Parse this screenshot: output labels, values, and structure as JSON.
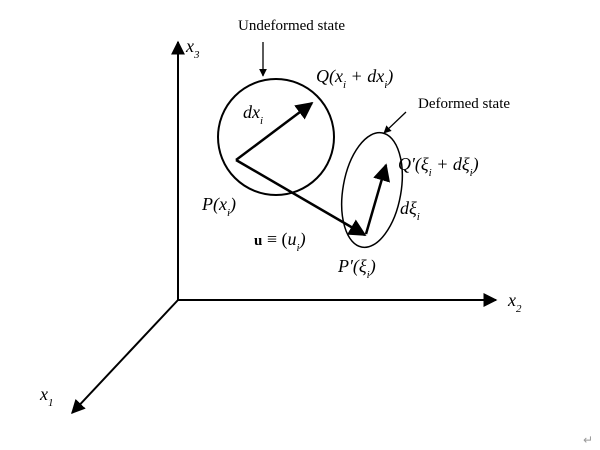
{
  "labels": {
    "undeformed_state": "Undeformed state",
    "deformed_state": "Deformed state",
    "axis_x3": "x",
    "axis_x3_sub": "3",
    "axis_x2": "x",
    "axis_x2_sub": "2",
    "axis_x1": "x",
    "axis_x1_sub": "1",
    "dx_main": "dx",
    "dx_sub": "i",
    "Q_label": "Q(x",
    "Q_sub1": "i",
    "Q_mid": " + dx",
    "Q_sub2": "i",
    "Q_end": ")",
    "Qp_label": "Q′(ξ",
    "Qp_sub1": "i",
    "Qp_mid": " + dξ",
    "Qp_sub2": "i",
    "Qp_end": ")",
    "dxi_main": "dξ",
    "dxi_sub": "i",
    "P_label": "P(x",
    "P_sub": "i",
    "P_end": ")",
    "u_bold": "u",
    "u_equiv": " ≡ (",
    "u_main": "u",
    "u_sub": "i",
    "u_end": ")",
    "Pp_label": "P′(ξ",
    "Pp_sub": "i",
    "Pp_end": ")",
    "return_glyph": "↵"
  },
  "colors": {
    "ink": "#000000",
    "background": "#ffffff"
  }
}
